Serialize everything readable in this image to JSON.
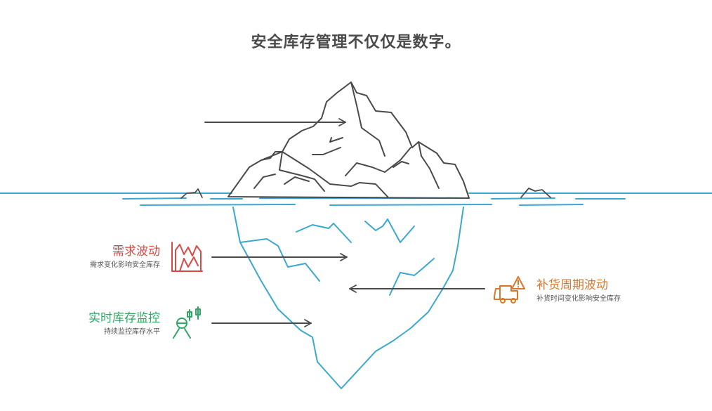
{
  "title": "安全库存管理不仅仅是数字。",
  "colors": {
    "ink": "#4a4a4a",
    "water": "#3aa8d0",
    "red": "#d94a45",
    "green": "#2fa866",
    "orange": "#d9772b"
  },
  "items": [
    {
      "heading": "需求波动",
      "description": "需求变化影响安全库存",
      "icon": "demand-fluctuation-icon",
      "color": "#d94a45"
    },
    {
      "heading": "实时库存监控",
      "description": "持续监控库存水平",
      "icon": "realtime-monitoring-icon",
      "color": "#2fa866"
    },
    {
      "heading": "补货周期波动",
      "description": "补货时间变化影响安全库存",
      "icon": "delivery-truck-warning-icon",
      "color": "#d9772b"
    }
  ]
}
